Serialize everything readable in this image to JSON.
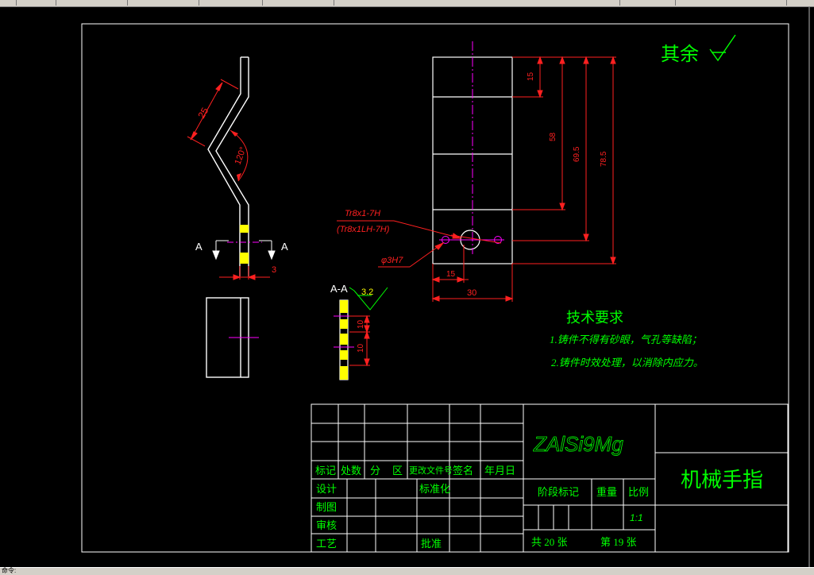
{
  "colors": {
    "background": "#000000",
    "frame": "#ffffff",
    "text": "#00ff00",
    "dimension": "#ff2020",
    "centerline": "#ff00ff"
  },
  "drawing": {
    "roughness_note": "其余",
    "dims": {
      "left_angle_len": "25",
      "left_angle": "120°",
      "section_a_left": "A",
      "section_a_right": "A",
      "left_width": "3",
      "section_label": "A-A",
      "roughness": "3.2",
      "aa_dim1": "10",
      "aa_dim2": "10",
      "d15_top": "15",
      "d58": "58",
      "d695": "69.5",
      "d785": "78.5",
      "thread1": "Tr8x1-7H",
      "thread2": "(Tr8x1LH-7H)",
      "hole": "φ3H7",
      "d15_bottom": "15",
      "d30": "30"
    },
    "requirements": {
      "title": "技术要求",
      "item1": "1.铸件不得有砂眼，气孔等缺陷；",
      "item2": "2.铸件时效处理，以消除内应力。"
    }
  },
  "title_block": {
    "material": "ZAlSi9Mg",
    "part_name": "机械手指",
    "headers": [
      "标记",
      "处数",
      "分",
      "区",
      "更改文件号",
      "签名",
      "年月日"
    ],
    "design": "设计",
    "standard": "标准化",
    "stage": "阶段标记",
    "weight": "重量",
    "scale_label": "比例",
    "drafting": "制图",
    "review": "审核",
    "process": "工艺",
    "approve": "批准",
    "scale": "1:1",
    "sheets_total": "共 20 张",
    "sheet_no": "第 19 张"
  },
  "status": {
    "text": "命令:"
  }
}
